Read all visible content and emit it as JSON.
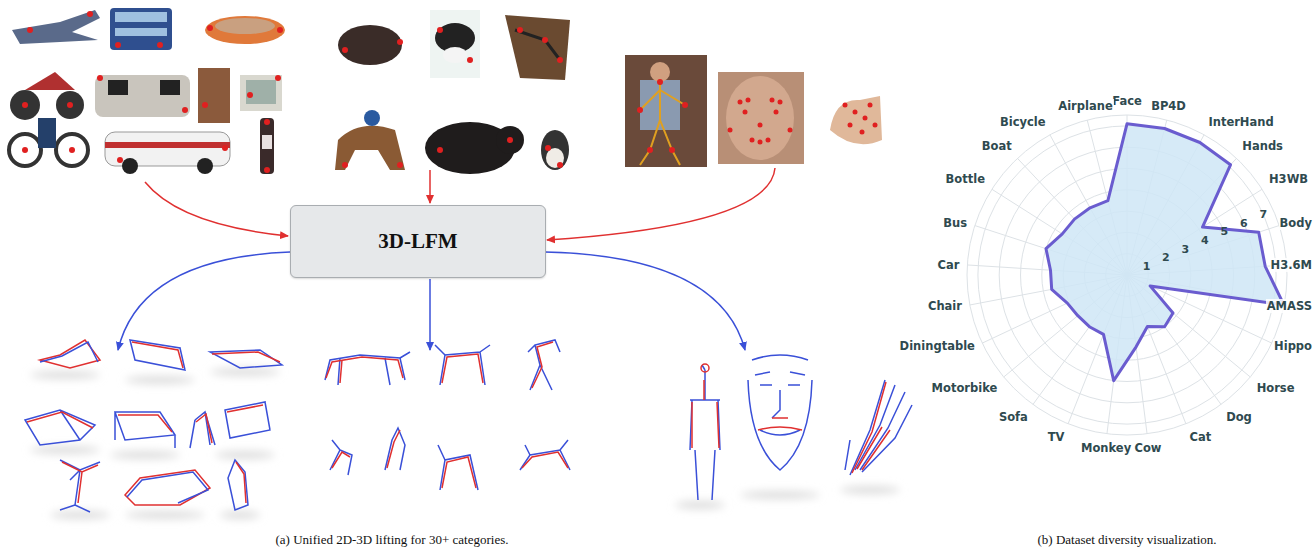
{
  "diagram": {
    "nodes": [
      {
        "text": [
          "3D-LFM"
        ]
      }
    ],
    "labels": [
      "(a) Unified 2D-3D lifting for 30+ categories.",
      "(b) Dataset diversity visualization.",
      "Face",
      "BP4D",
      "InterHand",
      "Hands",
      "H3WB",
      "Body",
      "H3.6M",
      "AMASS",
      "Hippo",
      "Horse",
      "Dog",
      "Cat",
      "Cow",
      "Monkey",
      "TV",
      "Sofa",
      "Motorbike",
      "Diningtable",
      "Chair",
      "Car",
      "Bus",
      "Bottle",
      "Boat",
      "Bicycle",
      "Airplane",
      "1",
      "2",
      "3",
      "4",
      "5",
      "6",
      "7"
    ]
  }
}
